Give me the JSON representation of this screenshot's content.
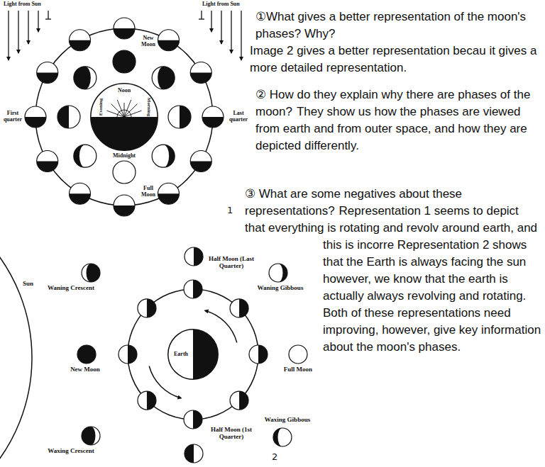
{
  "diagram": {
    "nodes": [
      {
        "text": [
          "Noon",
          "Evening",
          "Morning",
          "Midnight"
        ]
      },
      {
        "text": [
          "Earth"
        ]
      }
    ],
    "labels": [
      "Light from Sun",
      "Light from Sun",
      "New Moon",
      "First quarter",
      "Last quarter",
      "Full Moon",
      "1",
      "Sun",
      "Half Moon (Last Quarter)",
      "Waning Crescent",
      "Waning Gibbous",
      "New Moon",
      "Full Moon",
      "Waxing Crescent",
      "Waxing Gibbous",
      "Half Moon (1st Quarter)",
      "2",
      "①What gives a better representation of the moon's phases? Why?",
      "Image 2 gives a better representation becau it gives a more detailed representation.",
      "② How do they explain why there are phases of the moon?",
      "They show us how the phases are viewed from earth and from outer space, and how they are depicted differently.",
      "③ What are some negatives about these representations?",
      "Representation 1 seems to depict that everything is rotating and revolv around earth, and this is incorre Representation 2 shows that the Earth is always facing the sun however, we know that the earth is actually always revolving and rotating. Both of these representations need improving, however, give key information about the moon's phases."
    ]
  }
}
